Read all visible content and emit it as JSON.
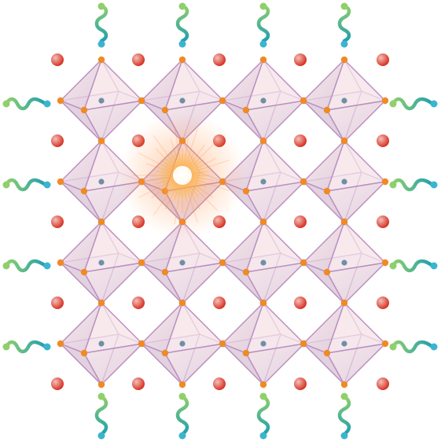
{
  "diagram": {
    "type": "perovskite-nanocrystal-lattice",
    "grid": {
      "rows": 4,
      "cols": 4
    },
    "excited_site": {
      "row": 1,
      "col": 1
    },
    "colors": {
      "octahedron_fill_light": "#f7e6ea",
      "octahedron_fill_dark": "#d9c3d6",
      "octahedron_edge": "#b98fc0",
      "vertex_atom": "#f08a24",
      "center_atom": "#6f8fa8",
      "a_site_atom": "#d62a1a",
      "ligand_start": "#8fd06a",
      "ligand_end": "#1e9fb0",
      "ligand_head": "#3bb5cf",
      "glow_core": "#ffffff",
      "glow_mid": "#ffe94a",
      "glow_outer": "#ff8a3a"
    },
    "icons": {
      "octahedron": "octahedron-icon",
      "ligand": "ligand-chain-icon",
      "glow": "emission-glow-icon"
    }
  }
}
